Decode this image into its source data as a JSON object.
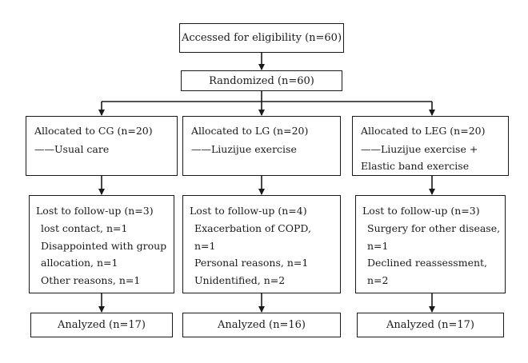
{
  "eligibility": "Accessed for eligibility (n=60)",
  "randomized": "Randomized (n=60)",
  "groups": [
    {
      "allocated": "Allocated to CG (n=20)",
      "intervention": [
        "——Usual care"
      ],
      "lost_title": "Lost to follow-up (n=3)",
      "lost_items": [
        "lost contact, n=1",
        "Disappointed with group",
        "allocation, n=1",
        "Other reasons, n=1"
      ],
      "analyzed": "Analyzed (n=17)"
    },
    {
      "allocated": "Allocated to LG (n=20)",
      "intervention": [
        "——Liuzijue exercise"
      ],
      "lost_title": "Lost to follow-up (n=4)",
      "lost_items": [
        "Exacerbation of COPD,",
        "n=1",
        "Personal reasons, n=1",
        "Unidentified, n=2"
      ],
      "analyzed": "Analyzed (n=16)"
    },
    {
      "allocated": "Allocated to LEG (n=20)",
      "intervention": [
        "——Liuzijue exercise +",
        "Elastic band exercise"
      ],
      "lost_title": "Lost to follow-up (n=3)",
      "lost_items": [
        "Surgery for other disease,",
        "n=1",
        "Declined reassessment,",
        "n=2"
      ],
      "analyzed": "Analyzed (n=17)"
    }
  ]
}
